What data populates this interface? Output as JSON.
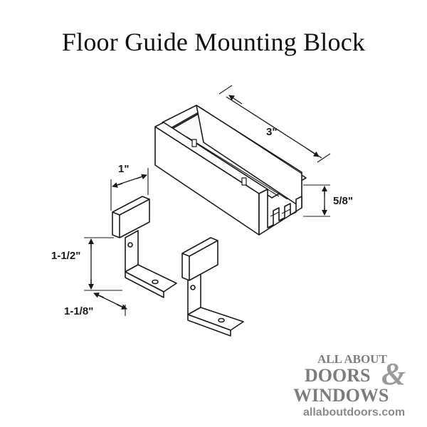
{
  "title": "Floor Guide Mounting Block",
  "dimensions": {
    "length": "3\"",
    "height": "5/8\"",
    "width": "1\"",
    "bracket_height": "1-1/2\"",
    "bracket_depth": "1-1/8\""
  },
  "logo": {
    "line1": "ALL ABOUT",
    "line2": "DOORS",
    "amp": "&",
    "line3": "WINDOWS",
    "url": "allaboutdoors.com"
  },
  "colors": {
    "stroke": "#1a1a1a",
    "logo": "#7d7d7d"
  }
}
